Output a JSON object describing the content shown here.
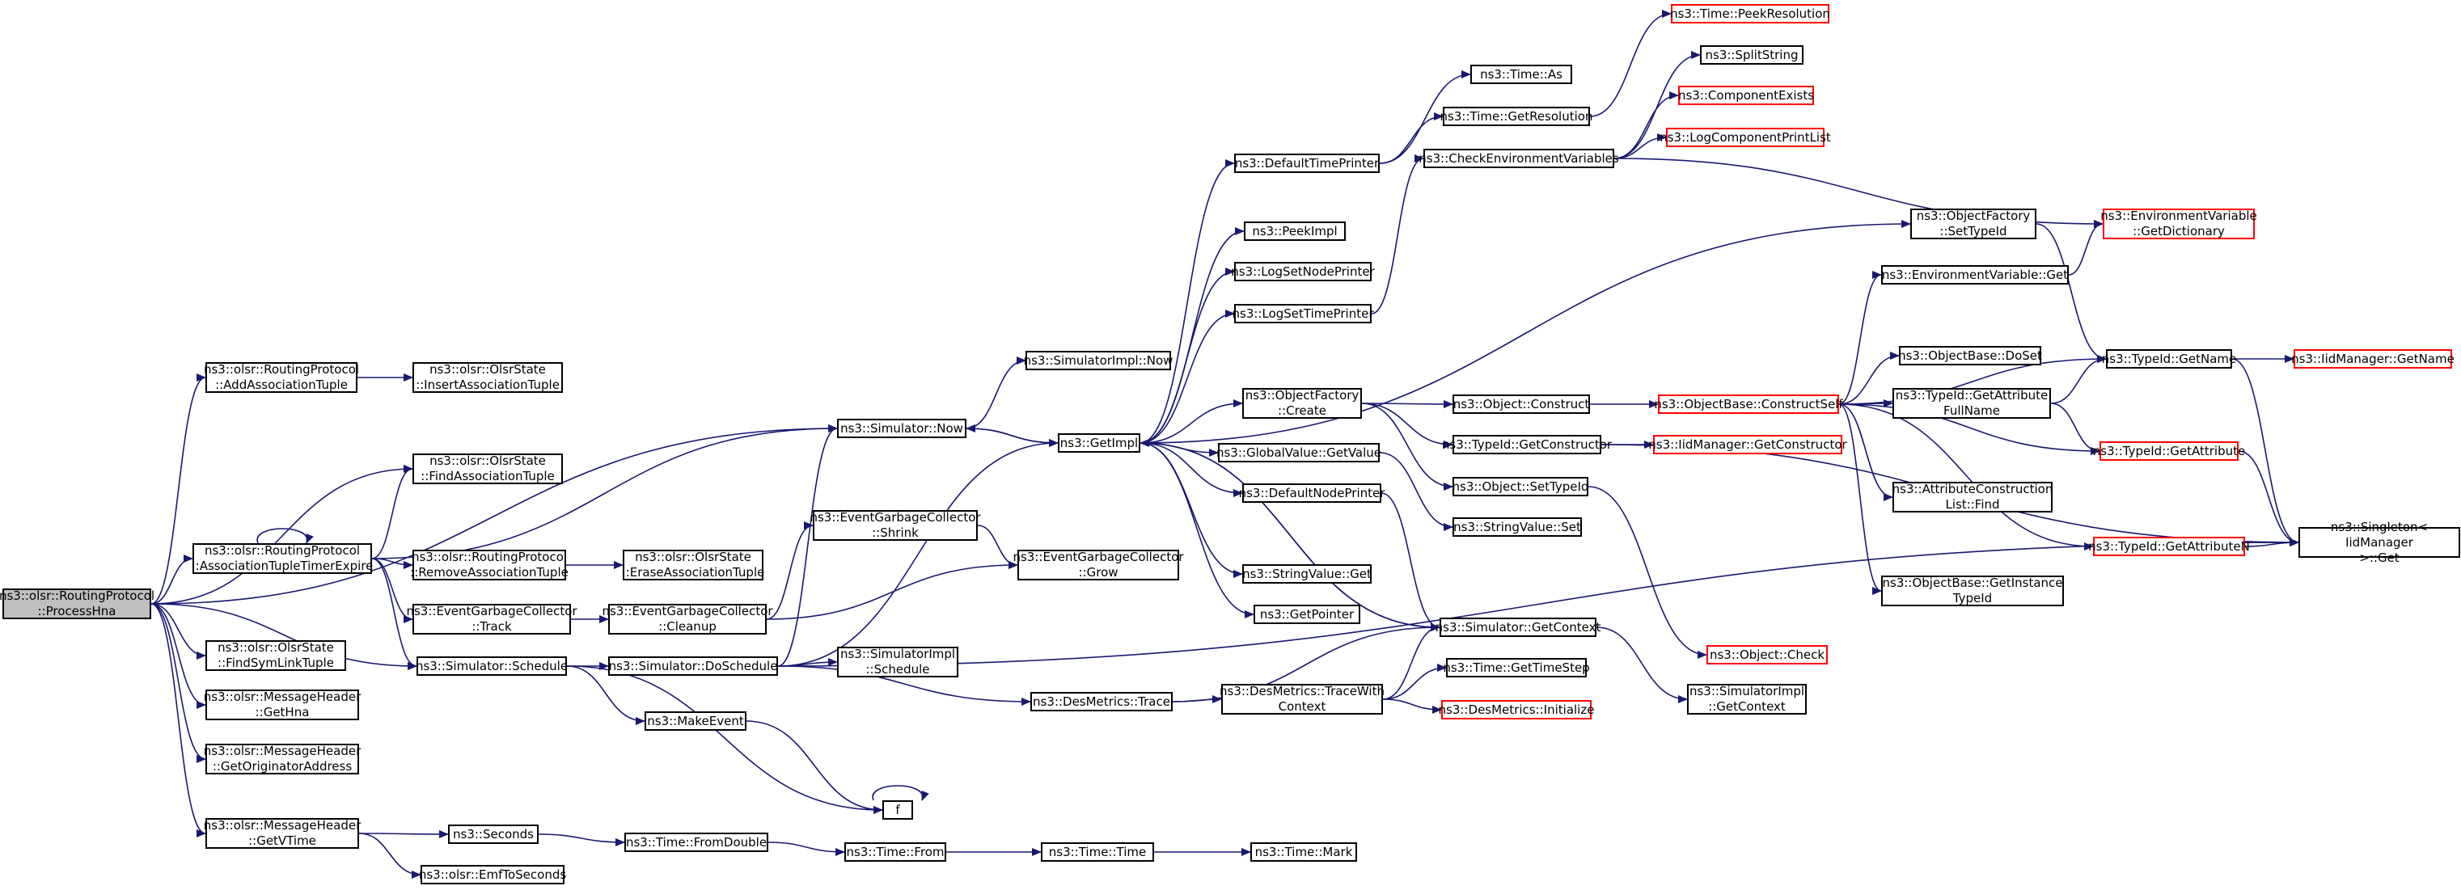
{
  "colors": {
    "edge": "#191970",
    "node_border": "#000000",
    "truncated_border": "#ff0000",
    "root_fill": "#bfbfbf"
  },
  "nodes": [
    {
      "id": "processhna",
      "label": "ns3::olsr::RoutingProtocol\n::ProcessHna",
      "style": "root"
    },
    {
      "id": "addassoc",
      "label": "ns3::olsr::RoutingProtocol\n::AddAssociationTuple",
      "style": "normal"
    },
    {
      "id": "insertassoc",
      "label": "ns3::olsr::OlsrState\n::InsertAssociationTuple",
      "style": "normal"
    },
    {
      "id": "findassoc",
      "label": "ns3::olsr::OlsrState\n::FindAssociationTuple",
      "style": "normal"
    },
    {
      "id": "assoctimer",
      "label": "ns3::olsr::RoutingProtocol\n::AssociationTupleTimerExpire",
      "style": "normal"
    },
    {
      "id": "removeassoc",
      "label": "ns3::olsr::RoutingProtocol\n::RemoveAssociationTuple",
      "style": "normal"
    },
    {
      "id": "eraseassoc",
      "label": "ns3::olsr::OlsrState\n::EraseAssociationTuple",
      "style": "normal"
    },
    {
      "id": "egctrack",
      "label": "ns3::EventGarbageCollector\n::Track",
      "style": "normal"
    },
    {
      "id": "egccleanup",
      "label": "ns3::EventGarbageCollector\n::Cleanup",
      "style": "normal"
    },
    {
      "id": "egcshrink",
      "label": "ns3::EventGarbageCollector\n::Shrink",
      "style": "normal"
    },
    {
      "id": "egcgrow",
      "label": "ns3::EventGarbageCollector\n::Grow",
      "style": "normal"
    },
    {
      "id": "schedule",
      "label": "ns3::Simulator::Schedule",
      "style": "normal"
    },
    {
      "id": "doschedule",
      "label": "ns3::Simulator::DoSchedule",
      "style": "normal"
    },
    {
      "id": "simimplschedule",
      "label": "ns3::SimulatorImpl\n::Schedule",
      "style": "normal"
    },
    {
      "id": "makeevent",
      "label": "ns3::MakeEvent",
      "style": "normal"
    },
    {
      "id": "f",
      "label": "f",
      "style": "normal"
    },
    {
      "id": "findsymlink",
      "label": "ns3::olsr::OlsrState\n::FindSymLinkTuple",
      "style": "normal"
    },
    {
      "id": "gethna",
      "label": "ns3::olsr::MessageHeader\n::GetHna",
      "style": "normal"
    },
    {
      "id": "getorig",
      "label": "ns3::olsr::MessageHeader\n::GetOriginatorAddress",
      "style": "normal"
    },
    {
      "id": "getvtime",
      "label": "ns3::olsr::MessageHeader\n::GetVTime",
      "style": "normal"
    },
    {
      "id": "seconds",
      "label": "ns3::Seconds",
      "style": "normal"
    },
    {
      "id": "emftoseconds",
      "label": "ns3::olsr::EmfToSeconds",
      "style": "normal"
    },
    {
      "id": "fromdouble",
      "label": "ns3::Time::FromDouble",
      "style": "normal"
    },
    {
      "id": "timefrom",
      "label": "ns3::Time::From",
      "style": "normal"
    },
    {
      "id": "timetime",
      "label": "ns3::Time::Time",
      "style": "normal"
    },
    {
      "id": "timemark",
      "label": "ns3::Time::Mark",
      "style": "normal"
    },
    {
      "id": "simnow",
      "label": "ns3::Simulator::Now",
      "style": "normal"
    },
    {
      "id": "simimplnow",
      "label": "ns3::SimulatorImpl::Now",
      "style": "normal"
    },
    {
      "id": "getimpl",
      "label": "ns3::GetImpl",
      "style": "normal"
    },
    {
      "id": "deftimeprinter",
      "label": "ns3::DefaultTimePrinter",
      "style": "normal"
    },
    {
      "id": "timeas",
      "label": "ns3::Time::As",
      "style": "normal"
    },
    {
      "id": "getresolution",
      "label": "ns3::Time::GetResolution",
      "style": "normal"
    },
    {
      "id": "peekresolution",
      "label": "ns3::Time::PeekResolution",
      "style": "truncated"
    },
    {
      "id": "peekimpl",
      "label": "ns3::PeekImpl",
      "style": "normal"
    },
    {
      "id": "logsetnodeprinter",
      "label": "ns3::LogSetNodePrinter",
      "style": "normal"
    },
    {
      "id": "logsettimeprinter",
      "label": "ns3::LogSetTimePrinter",
      "style": "normal"
    },
    {
      "id": "checkenv",
      "label": "ns3::CheckEnvironmentVariables",
      "style": "normal"
    },
    {
      "id": "splitstring",
      "label": "ns3::SplitString",
      "style": "normal"
    },
    {
      "id": "componentexists",
      "label": "ns3::ComponentExists",
      "style": "truncated"
    },
    {
      "id": "logcomponentprintlist",
      "label": "ns3::LogComponentPrintList",
      "style": "truncated"
    },
    {
      "id": "envvargetdict",
      "label": "ns3::EnvironmentVariable\n::GetDictionary",
      "style": "truncated"
    },
    {
      "id": "objfactorysettypeid",
      "label": "ns3::ObjectFactory\n::SetTypeId",
      "style": "normal"
    },
    {
      "id": "envvarget",
      "label": "ns3::EnvironmentVariable::Get",
      "style": "normal"
    },
    {
      "id": "objbasedoset",
      "label": "ns3::ObjectBase::DoSet",
      "style": "normal"
    },
    {
      "id": "typeidgetname",
      "label": "ns3::TypeId::GetName",
      "style": "normal"
    },
    {
      "id": "iidmanagergetname",
      "label": "ns3::IidManager::GetName",
      "style": "truncated"
    },
    {
      "id": "objfactorycreate",
      "label": "ns3::ObjectFactory\n::Create",
      "style": "normal"
    },
    {
      "id": "objconstruct",
      "label": "ns3::Object::Construct",
      "style": "normal"
    },
    {
      "id": "objbaseconstructself",
      "label": "ns3::ObjectBase::ConstructSelf",
      "style": "truncated"
    },
    {
      "id": "typeidgetattrfullname",
      "label": "ns3::TypeId::GetAttribute\nFullName",
      "style": "normal"
    },
    {
      "id": "typeidgetattribute",
      "label": "ns3::TypeId::GetAttribute",
      "style": "truncated"
    },
    {
      "id": "typeidgetconstructor",
      "label": "ns3::TypeId::GetConstructor",
      "style": "normal"
    },
    {
      "id": "iidmanagergetconstructor",
      "label": "ns3::IidManager::GetConstructor",
      "style": "truncated"
    },
    {
      "id": "objsettypeid",
      "label": "ns3::Object::SetTypeId",
      "style": "normal"
    },
    {
      "id": "globalvaluegetvalue",
      "label": "ns3::GlobalValue::GetValue",
      "style": "normal"
    },
    {
      "id": "stringvalueset",
      "label": "ns3::StringValue::Set",
      "style": "normal"
    },
    {
      "id": "defnodeprinter",
      "label": "ns3::DefaultNodePrinter",
      "style": "normal"
    },
    {
      "id": "attrconstructionlistfind",
      "label": "ns3::AttributeConstruction\nList::Find",
      "style": "normal"
    },
    {
      "id": "objbasegetinstancetypeid",
      "label": "ns3::ObjectBase::GetInstance\nTypeId",
      "style": "normal"
    },
    {
      "id": "typeidgetattributen",
      "label": "ns3::TypeId::GetAttributeN",
      "style": "truncated"
    },
    {
      "id": "singletonget",
      "label": "ns3::Singleton< IidManager\n>::Get",
      "style": "normal"
    },
    {
      "id": "stringvalueget",
      "label": "ns3::StringValue::Get",
      "style": "normal"
    },
    {
      "id": "getpointer",
      "label": "ns3::GetPointer",
      "style": "normal"
    },
    {
      "id": "simgetcontext",
      "label": "ns3::Simulator::GetContext",
      "style": "normal"
    },
    {
      "id": "objcheck",
      "label": "ns3::Object::Check",
      "style": "truncated"
    },
    {
      "id": "simimplgetcontext",
      "label": "ns3::SimulatorImpl\n::GetContext",
      "style": "normal"
    },
    {
      "id": "desmetricstrace",
      "label": "ns3::DesMetrics::Trace",
      "style": "normal"
    },
    {
      "id": "desmetricstracewithcontext",
      "label": "ns3::DesMetrics::TraceWith\nContext",
      "style": "normal"
    },
    {
      "id": "timegettimestep",
      "label": "ns3::Time::GetTimeStep",
      "style": "normal"
    },
    {
      "id": "desmetricsinit",
      "label": "ns3::DesMetrics::Initialize",
      "style": "truncated"
    }
  ],
  "edges": [
    [
      "processhna",
      "addassoc"
    ],
    [
      "processhna",
      "findassoc"
    ],
    [
      "processhna",
      "simnow"
    ],
    [
      "processhna",
      "assoctimer"
    ],
    [
      "processhna",
      "schedule"
    ],
    [
      "processhna",
      "findsymlink"
    ],
    [
      "processhna",
      "gethna"
    ],
    [
      "processhna",
      "getorig"
    ],
    [
      "processhna",
      "getvtime"
    ],
    [
      "addassoc",
      "insertassoc"
    ],
    [
      "assoctimer",
      "assoctimer"
    ],
    [
      "assoctimer",
      "findassoc"
    ],
    [
      "assoctimer",
      "simnow"
    ],
    [
      "assoctimer",
      "removeassoc"
    ],
    [
      "assoctimer",
      "egctrack"
    ],
    [
      "assoctimer",
      "schedule"
    ],
    [
      "removeassoc",
      "eraseassoc"
    ],
    [
      "egctrack",
      "egccleanup"
    ],
    [
      "egccleanup",
      "egcshrink"
    ],
    [
      "egccleanup",
      "egcgrow"
    ],
    [
      "egcshrink",
      "egcgrow"
    ],
    [
      "schedule",
      "doschedule"
    ],
    [
      "schedule",
      "makeevent"
    ],
    [
      "schedule",
      "f"
    ],
    [
      "doschedule",
      "simnow"
    ],
    [
      "doschedule",
      "getimpl"
    ],
    [
      "doschedule",
      "simimplschedule"
    ],
    [
      "doschedule",
      "desmetricstrace"
    ],
    [
      "doschedule",
      "singletonget"
    ],
    [
      "makeevent",
      "f"
    ],
    [
      "f",
      "f"
    ],
    [
      "getvtime",
      "seconds"
    ],
    [
      "getvtime",
      "emftoseconds"
    ],
    [
      "seconds",
      "fromdouble"
    ],
    [
      "fromdouble",
      "timefrom"
    ],
    [
      "timefrom",
      "timetime"
    ],
    [
      "timetime",
      "timemark"
    ],
    [
      "simnow",
      "simimplnow"
    ],
    [
      "simnow",
      "getimpl"
    ],
    [
      "getimpl",
      "simnow"
    ],
    [
      "getimpl",
      "deftimeprinter"
    ],
    [
      "getimpl",
      "peekimpl"
    ],
    [
      "getimpl",
      "logsetnodeprinter"
    ],
    [
      "getimpl",
      "logsettimeprinter"
    ],
    [
      "getimpl",
      "objfactorysettypeid"
    ],
    [
      "getimpl",
      "objfactorycreate"
    ],
    [
      "getimpl",
      "globalvaluegetvalue"
    ],
    [
      "getimpl",
      "defnodeprinter"
    ],
    [
      "getimpl",
      "stringvalueget"
    ],
    [
      "getimpl",
      "getpointer"
    ],
    [
      "getimpl",
      "simgetcontext"
    ],
    [
      "deftimeprinter",
      "timeas"
    ],
    [
      "deftimeprinter",
      "getresolution"
    ],
    [
      "getresolution",
      "peekresolution"
    ],
    [
      "logsettimeprinter",
      "checkenv"
    ],
    [
      "checkenv",
      "splitstring"
    ],
    [
      "checkenv",
      "componentexists"
    ],
    [
      "checkenv",
      "logcomponentprintlist"
    ],
    [
      "checkenv",
      "envvargetdict"
    ],
    [
      "objfactorysettypeid",
      "typeidgetname"
    ],
    [
      "envvarget",
      "envvargetdict"
    ],
    [
      "typeidgetname",
      "iidmanagergetname"
    ],
    [
      "typeidgetname",
      "singletonget"
    ],
    [
      "objfactorycreate",
      "objconstruct"
    ],
    [
      "objfactorycreate",
      "typeidgetconstructor"
    ],
    [
      "objfactorycreate",
      "objsettypeid"
    ],
    [
      "objconstruct",
      "objbaseconstructself"
    ],
    [
      "objbaseconstructself",
      "envvarget"
    ],
    [
      "objbaseconstructself",
      "objbasedoset"
    ],
    [
      "objbaseconstructself",
      "typeidgetname"
    ],
    [
      "objbaseconstructself",
      "typeidgetattrfullname"
    ],
    [
      "objbaseconstructself",
      "typeidgetattribute"
    ],
    [
      "objbaseconstructself",
      "attrconstructionlistfind"
    ],
    [
      "objbaseconstructself",
      "objbasegetinstancetypeid"
    ],
    [
      "objbaseconstructself",
      "typeidgetattributen"
    ],
    [
      "typeidgetattrfullname",
      "typeidgetname"
    ],
    [
      "typeidgetattrfullname",
      "typeidgetattribute"
    ],
    [
      "typeidgetattribute",
      "singletonget"
    ],
    [
      "typeidgetattributen",
      "singletonget"
    ],
    [
      "typeidgetconstructor",
      "iidmanagergetconstructor"
    ],
    [
      "typeidgetconstructor",
      "singletonget"
    ],
    [
      "objsettypeid",
      "objcheck"
    ],
    [
      "globalvaluegetvalue",
      "stringvalueset"
    ],
    [
      "defnodeprinter",
      "simgetcontext"
    ],
    [
      "simgetcontext",
      "getimpl"
    ],
    [
      "simgetcontext",
      "simimplgetcontext"
    ],
    [
      "desmetricstrace",
      "simgetcontext"
    ],
    [
      "desmetricstrace",
      "desmetricstracewithcontext"
    ],
    [
      "desmetricstracewithcontext",
      "simgetcontext"
    ],
    [
      "desmetricstracewithcontext",
      "timegettimestep"
    ],
    [
      "desmetricstracewithcontext",
      "desmetricsinit"
    ]
  ]
}
